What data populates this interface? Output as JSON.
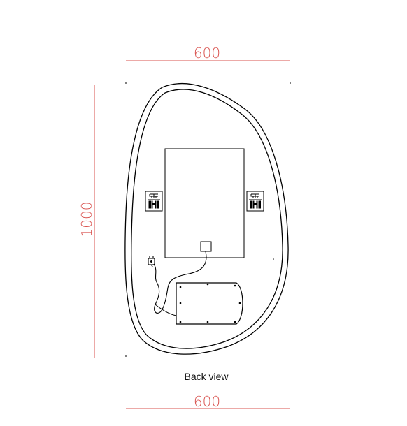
{
  "view": {
    "caption": "Back view"
  },
  "dimensions": {
    "top_width": "600",
    "bottom_width": "600",
    "height": "1000"
  },
  "colors": {
    "dimension_line": "#d9534f",
    "outline": "#000000",
    "background": "#ffffff"
  },
  "components": {
    "left_hanger": "hanging-bracket-icon",
    "right_hanger": "hanging-bracket-icon",
    "power_plug": "plug-icon"
  }
}
